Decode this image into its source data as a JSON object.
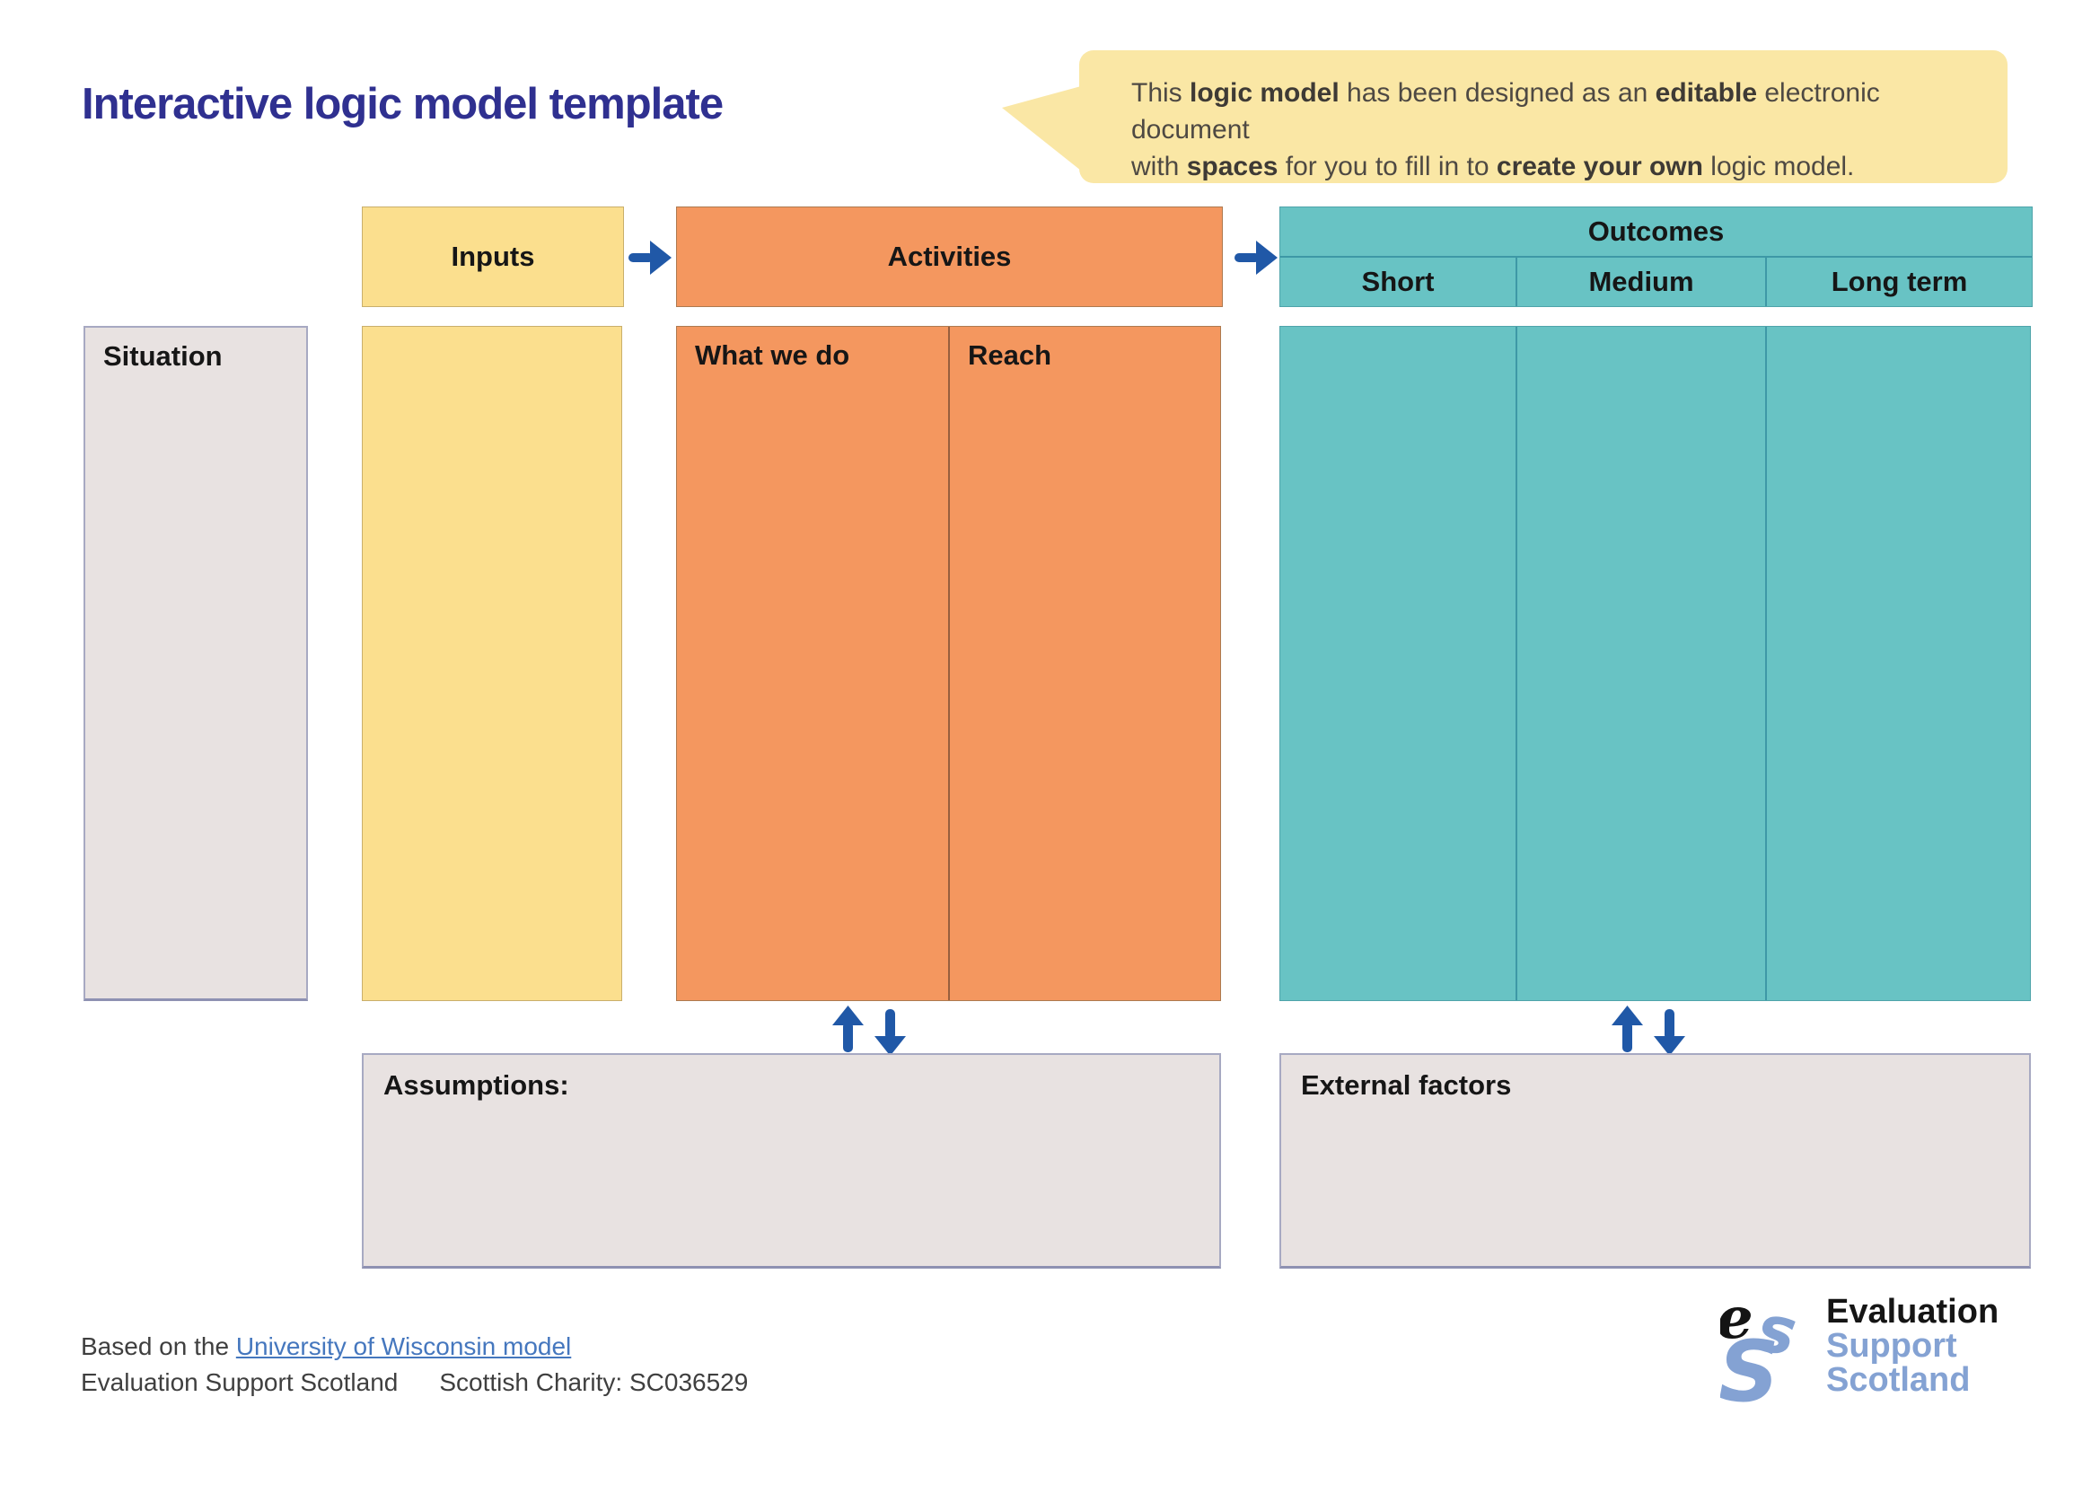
{
  "title": "Interactive logic model template",
  "callout": {
    "line1": [
      {
        "t": "This "
      },
      {
        "t": "logic model"
      },
      {
        "t": " has been designed as an "
      },
      {
        "t": "editable"
      },
      {
        "t": " electronic document"
      }
    ],
    "line2": [
      {
        "t": "with "
      },
      {
        "t": "spaces"
      },
      {
        "t": " for you to fill in to "
      },
      {
        "t": "create your own"
      },
      {
        "t": " logic model."
      }
    ]
  },
  "diagram": {
    "situation": "Situation",
    "inputs": "Inputs",
    "activities": "Activities",
    "activities_sub": [
      "What we do",
      "Reach"
    ],
    "outcomes": "Outcomes",
    "outcomes_sub": [
      "Short",
      "Medium",
      "Long term"
    ],
    "assumptions": "Assumptions:",
    "external_factors": "External factors"
  },
  "footer": {
    "based_prefix": "Based on the ",
    "link_text": "University of Wisconsin model",
    "org": "Evaluation Support Scotland",
    "charity": "Scottish Charity: SC036529"
  },
  "logo": {
    "mark_e": "e",
    "mark_s_small": "s",
    "mark_s_big": "S",
    "line1": "Evaluation",
    "line2": "Support",
    "line3": "Scotland"
  },
  "colors": {
    "title_blue": "#2F3090",
    "arrow_blue": "#2058A7",
    "bubble_yellow": "#FAE7A5",
    "inputs_yellow": "#FBDF8E",
    "activities_orange": "#F4975F",
    "outcomes_teal": "#68C3C4",
    "field_grey": "#E8E2E1",
    "logo_blue": "#84A2D3"
  }
}
